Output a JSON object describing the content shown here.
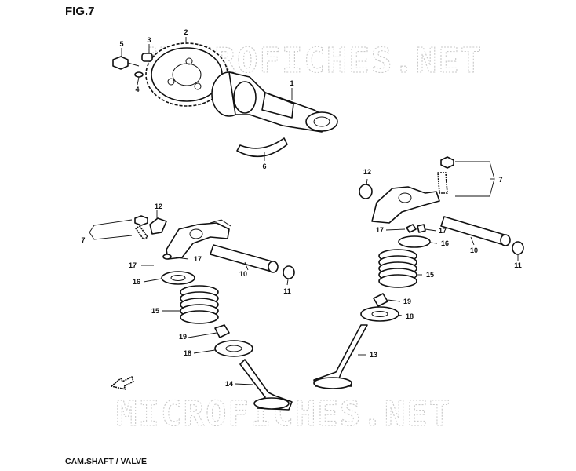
{
  "figure": {
    "title": "FIG.7",
    "caption": "CAM.SHAFT / VALVE"
  },
  "watermark": {
    "text_top": "MICROFICHES.NET",
    "text_bottom": "MICROFICHES.NET"
  },
  "callouts": {
    "c1": "1",
    "c2": "2",
    "c3": "3",
    "c4": "4",
    "c5": "5",
    "c6": "6",
    "l7": "7",
    "l10": "10",
    "l11": "11",
    "l12": "12",
    "l14": "14",
    "l15": "15",
    "l16": "16",
    "l17a": "17",
    "l17b": "17",
    "l18": "18",
    "l19": "19",
    "r7": "7",
    "r10": "10",
    "r11": "11",
    "r12": "12",
    "r13": "13",
    "r15": "15",
    "r16": "16",
    "r17a": "17",
    "r17b": "17",
    "r18": "18",
    "r19": "19"
  },
  "colors": {
    "ink": "#111111",
    "watermark": "#c9c9c9",
    "background": "#ffffff"
  },
  "icons": {
    "front_arrow": "front-arrow-icon"
  }
}
